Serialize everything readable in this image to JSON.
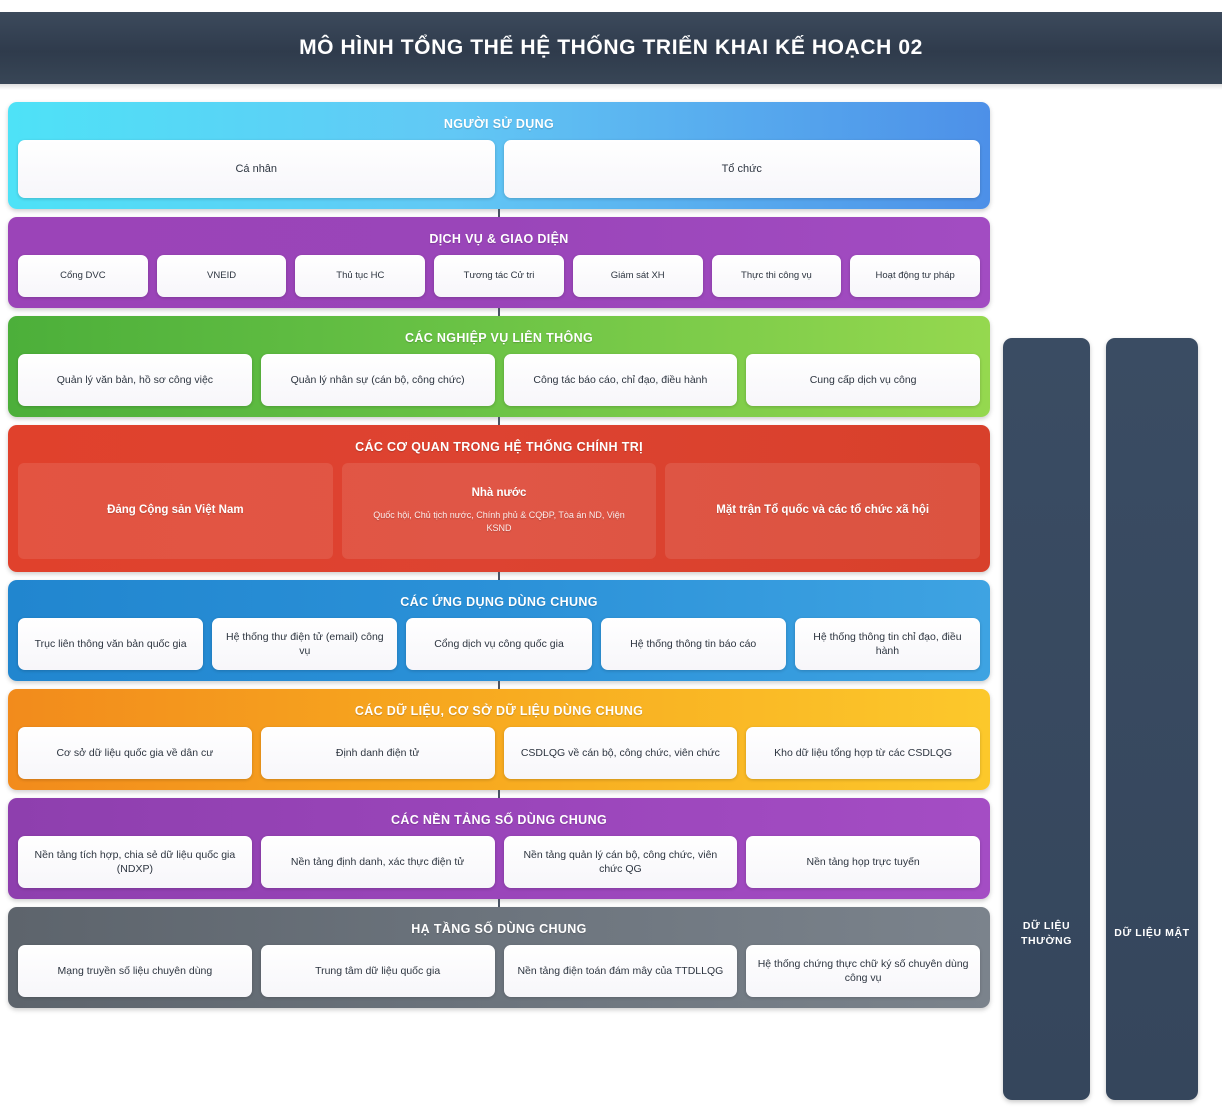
{
  "header": {
    "title": "MÔ HÌNH TỔNG THỂ HỆ THỐNG TRIỂN KHAI KẾ HOẠCH 02"
  },
  "colors": {
    "header_bg": "#364456",
    "users_from": "#4ee2f7",
    "users_to": "#4d90e8",
    "service": "#9b44b8",
    "business_from": "#4caf3a",
    "business_to": "#95d84f",
    "org": "#dd4331",
    "apps": "#2b91d8",
    "data_from": "#f28b1c",
    "data_to": "#fcc82b",
    "platform": "#9a45ba",
    "infra": "#6c747d",
    "side_panel": "#35465c",
    "card_text": "#2d3540"
  },
  "layers": [
    {
      "key": "users",
      "title": "NGƯỜI SỬ DỤNG",
      "items": [
        "Cá nhân",
        "Tổ chức"
      ]
    },
    {
      "key": "service",
      "title": "DỊCH VỤ & GIAO DIỆN",
      "items": [
        "Cổng DVC",
        "VNEID",
        "Thủ tục HC",
        "Tương tác Cử tri",
        "Giám sát XH",
        "Thực thi công vụ",
        "Hoạt động tư pháp"
      ]
    },
    {
      "key": "business",
      "title": "CÁC NGHIỆP VỤ LIÊN THÔNG",
      "items": [
        "Quản lý văn bản, hồ sơ công việc",
        "Quản lý nhân sự (cán bộ, công chức)",
        "Công tác báo cáo, chỉ đạo, điều hành",
        "Cung cấp dịch vụ công"
      ]
    },
    {
      "key": "org",
      "title": "CÁC CƠ QUAN TRONG HỆ THỐNG CHÍNH TRỊ",
      "org_items": [
        {
          "name": "Đảng Cộng sản Việt Nam",
          "sub": ""
        },
        {
          "name": "Nhà nước",
          "sub": "Quốc hội, Chủ tịch nước, Chính phủ & CQĐP, Tòa án ND, Viện KSND"
        },
        {
          "name": "Mặt trận Tổ quốc và các tổ chức xã hội",
          "sub": ""
        }
      ]
    },
    {
      "key": "apps",
      "title": "CÁC ỨNG DỤNG DÙNG CHUNG",
      "items": [
        "Trục liên thông văn bản quốc gia",
        "Hệ thống thư điện tử (email) công vụ",
        "Cổng dịch vụ công quốc gia",
        "Hệ thống thông tin báo cáo",
        "Hệ thống thông tin chỉ đạo, điều hành"
      ]
    },
    {
      "key": "data",
      "title": "CÁC DỮ LIỆU, CƠ SỞ DỮ LIỆU DÙNG CHUNG",
      "items": [
        "Cơ sở dữ liệu quốc gia về dân cư",
        "Định danh điện tử",
        "CSDLQG về cán bộ, công chức, viên chức",
        "Kho dữ liệu tổng hợp từ các CSDLQG"
      ]
    },
    {
      "key": "platform",
      "title": "CÁC NỀN TẢNG SỐ DÙNG CHUNG",
      "items": [
        "Nền tảng tích hợp, chia sẻ dữ liệu quốc gia (NDXP)",
        "Nền tảng định danh, xác thực điện tử",
        "Nền tảng quản lý cán bộ, công chức, viên chức QG",
        "Nền tảng họp trực tuyến"
      ]
    },
    {
      "key": "infra",
      "title": "HẠ TẦNG SỐ DÙNG CHUNG",
      "items": [
        "Mạng truyền số liệu chuyên dùng",
        "Trung tâm dữ liệu quốc gia",
        "Nền tảng điện toán đám mây của TTDLLQG",
        "Hệ thống chứng thực chữ ký số chuyên dùng công vụ"
      ]
    }
  ],
  "side_panels": [
    {
      "key": "normal",
      "label": "DỮ LIỆU THƯỜNG"
    },
    {
      "key": "secret",
      "label": "DỮ LIỆU MẬT"
    }
  ]
}
